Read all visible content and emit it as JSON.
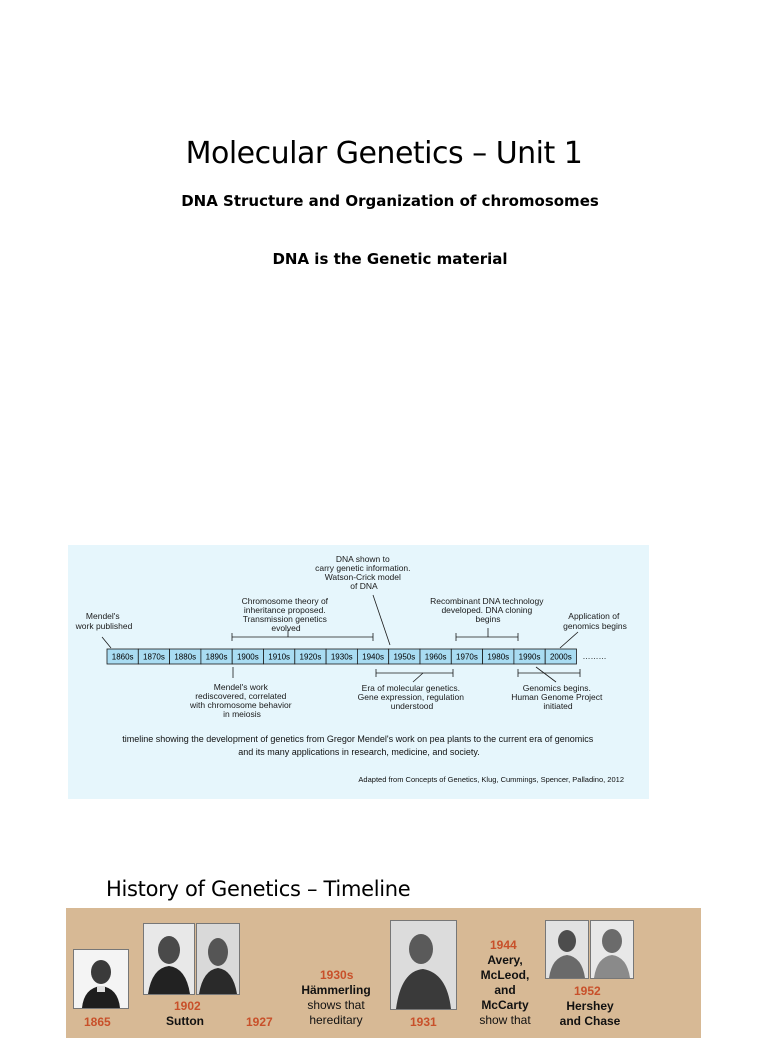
{
  "slide": {
    "title": "Molecular Genetics – Unit 1",
    "subtitle": "DNA Structure and Organization of chromosomes",
    "subtitle2": "DNA is the Genetic material"
  },
  "timeline": {
    "decades": [
      "1860s",
      "1870s",
      "1880s",
      "1890s",
      "1900s",
      "1910s",
      "1920s",
      "1930s",
      "1940s",
      "1950s",
      "1960s",
      "1970s",
      "1980s",
      "1990s",
      "2000s"
    ],
    "ellipsis": "………",
    "annotations": {
      "mendel": [
        "Mendel's",
        "work published"
      ],
      "chromosome_theory": [
        "Chromosome theory of",
        "inheritance proposed.",
        "Transmission genetics",
        "evolved"
      ],
      "dna_shown": [
        "DNA shown to",
        "carry genetic information.",
        "Watson-Crick model",
        "of DNA"
      ],
      "recombinant": [
        "Recombinant DNA technology",
        "developed. DNA cloning",
        "begins"
      ],
      "genomics_app": [
        "Application of",
        "genomics begins"
      ],
      "mendel_rediscovered": [
        "Mendel's work",
        "rediscovered, correlated",
        "with chromosome behavior",
        "in meiosis"
      ],
      "molecular_era": [
        "Era of molecular genetics.",
        "Gene expression, regulation",
        "understood"
      ],
      "genomics_begins": [
        "Genomics begins.",
        "Human Genome Project",
        "initiated"
      ]
    },
    "caption": [
      "timeline showing the development of genetics from Gregor Mendel's work on pea plants to the current era of genomics",
      "and its many applications in research, medicine, and society."
    ],
    "credit": "Adapted from Concepts of Genetics, Klug, Cummings, Spencer, Palladino, 2012",
    "colors": {
      "bar": "#a9dcf2",
      "background": "#e6f6fc",
      "stroke": "#1a1a1a"
    }
  },
  "history": {
    "title": "History of Genetics – Timeline",
    "panel_color": "#d7b995",
    "year_color": "#c8502a",
    "entries": [
      {
        "year": "1865"
      },
      {
        "year": "1902",
        "name": "Sutton"
      },
      {
        "year": "1927"
      },
      {
        "year": "1930s",
        "name": "Hämmerling",
        "text": [
          "shows that",
          "hereditary"
        ]
      },
      {
        "year": "1931"
      },
      {
        "year": "1944",
        "name": [
          "Avery,",
          "McLeod,",
          "and",
          "McCarty"
        ],
        "text": [
          "show that"
        ]
      },
      {
        "year": "1952",
        "name": [
          "Hershey",
          "and Chase"
        ]
      }
    ]
  }
}
